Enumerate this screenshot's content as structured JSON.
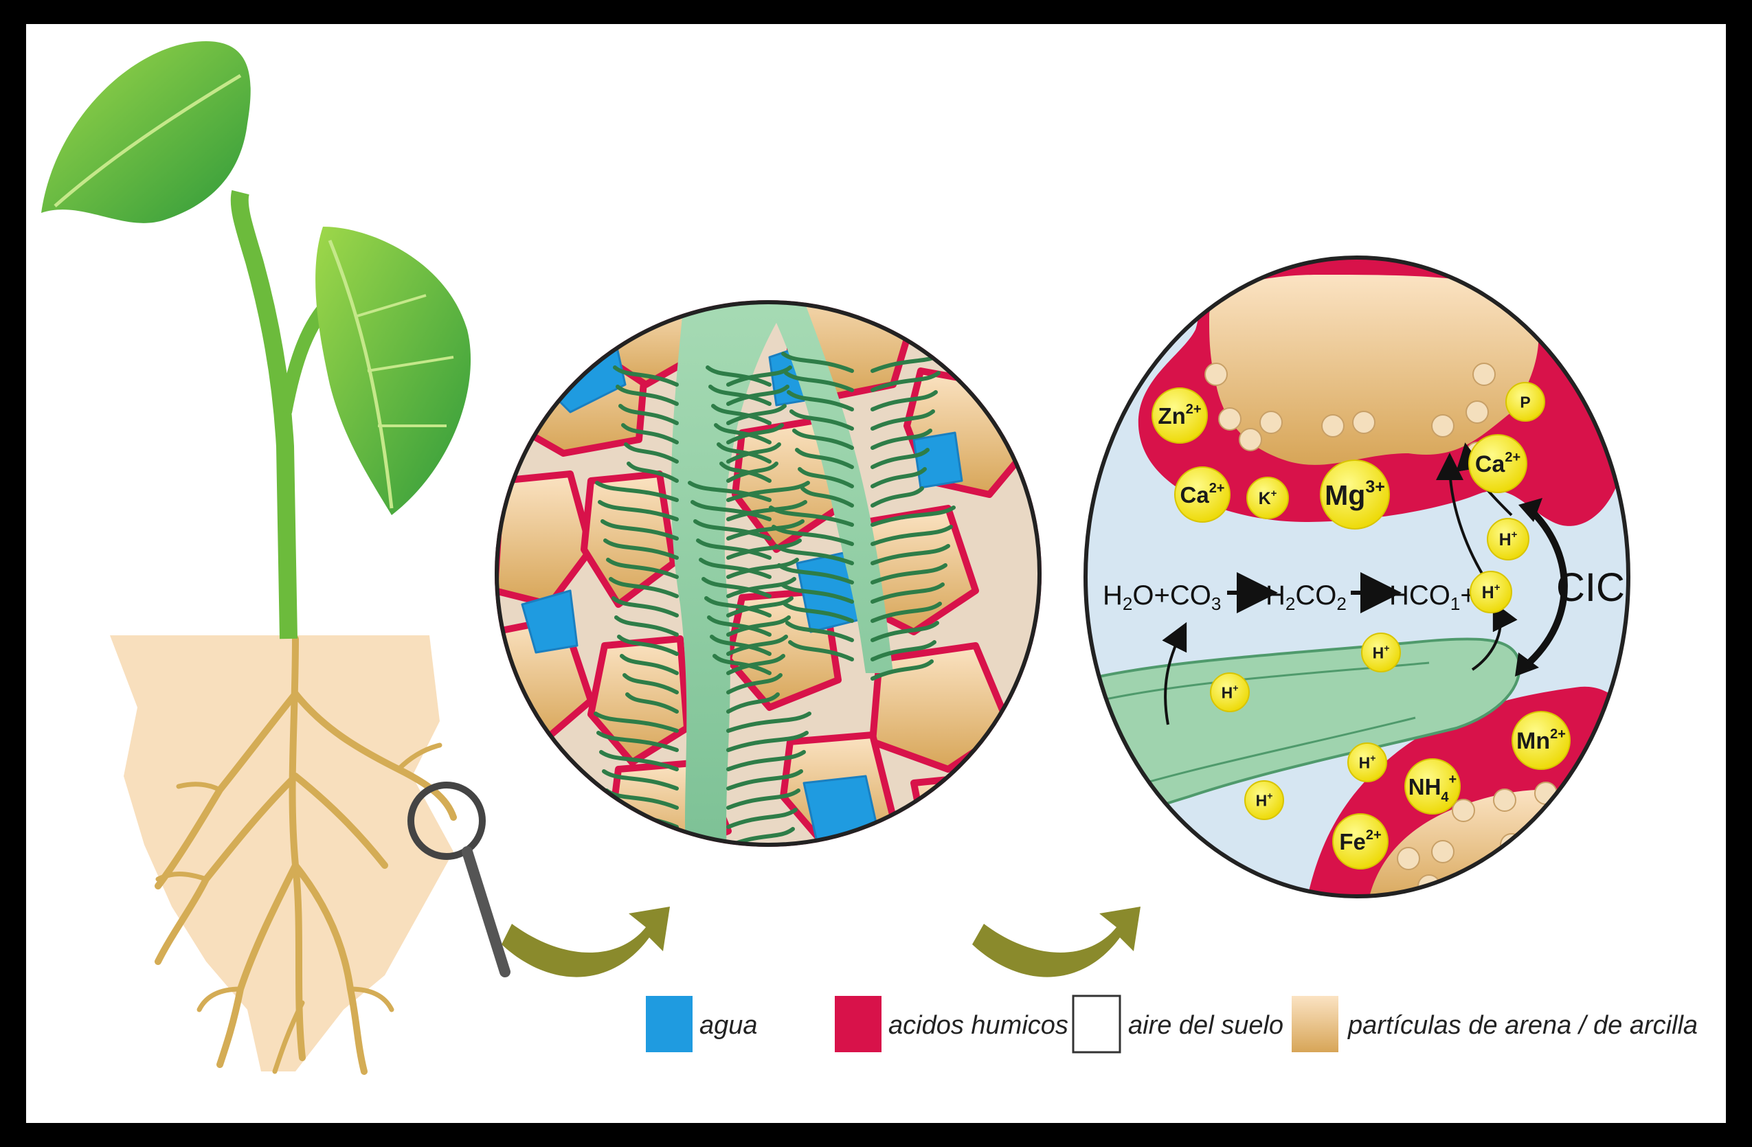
{
  "legend": {
    "water": {
      "label": "agua",
      "color": "#1f9be0"
    },
    "humic": {
      "label": "acidos humicos",
      "color": "#d8124a"
    },
    "air": {
      "label": "aire del suelo",
      "color": "#ffffff"
    },
    "particles": {
      "label": "partículas de arena / de arcilla",
      "color": "#e8b878"
    }
  },
  "ions": {
    "zn": {
      "base": "Zn",
      "sup": "2+"
    },
    "ca_left": {
      "base": "Ca",
      "sup": "2+"
    },
    "k": {
      "base": "K",
      "sup": "+"
    },
    "mg": {
      "base": "Mg",
      "sup": "3+"
    },
    "p": {
      "base": "P"
    },
    "ca_right": {
      "base": "Ca",
      "sup": "2+"
    },
    "h_upper": {
      "base": "H",
      "sup": "+"
    },
    "h_eq": {
      "base": "H",
      "sup": "+"
    },
    "h_root1": {
      "base": "H",
      "sup": "+"
    },
    "h_root2": {
      "base": "H",
      "sup": "+"
    },
    "h_root3": {
      "base": "H",
      "sup": "+"
    },
    "h_root4": {
      "base": "H",
      "sup": "+"
    },
    "mn": {
      "base": "Mn",
      "sup": "2+"
    },
    "nh4": {
      "base": "NH",
      "sub": "4",
      "sup": "+"
    },
    "fe": {
      "base": "Fe",
      "sup": "2+"
    }
  },
  "equation": {
    "t1": "H",
    "t1sub": "2",
    "t1b": "O+CO",
    "t1bsub": "3",
    "t2": "H",
    "t2sub": "2",
    "t2b": "CO",
    "t2bsub": "2",
    "t3": "HCO",
    "t3sub": "1",
    "t3b": "+"
  },
  "cic_label": "CIC",
  "colors": {
    "frame": "#000000",
    "background": "#ffffff",
    "leaf": "#3fae3a",
    "stem": "#7cc24a",
    "soil": "#f6dcb8",
    "root": "#d9b45c",
    "root_hair": "#79b98c",
    "root_fill": "#9fd3ae",
    "ion_yellow": "#f2e600",
    "arrow_olive": "#8a8a2c",
    "solution": "#d6e6f2"
  }
}
